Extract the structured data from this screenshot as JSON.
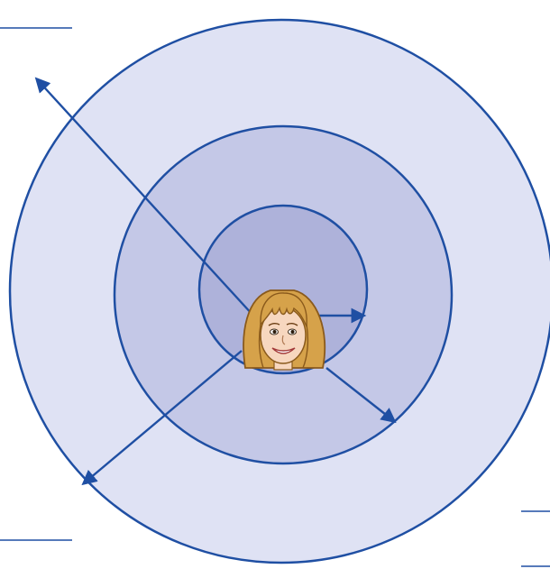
{
  "diagram": {
    "colors": {
      "stroke": "#1f4fa3",
      "outer_ring_fill": "#dfe2f4",
      "middle_ring_fill": "#c4c8e7",
      "inner_ring_fill": "#aeb2da",
      "skin": "#f7d7bf",
      "hair": "#d6a24a",
      "hair_dark": "#8a5a1c"
    },
    "center_icon": "woman-face",
    "rings": [
      "outer",
      "middle",
      "inner"
    ],
    "arrows": [
      "right",
      "down-right",
      "down-left",
      "up-left"
    ],
    "label_lines": [
      "top-left",
      "bottom-left",
      "right-upper",
      "right-lower"
    ]
  }
}
